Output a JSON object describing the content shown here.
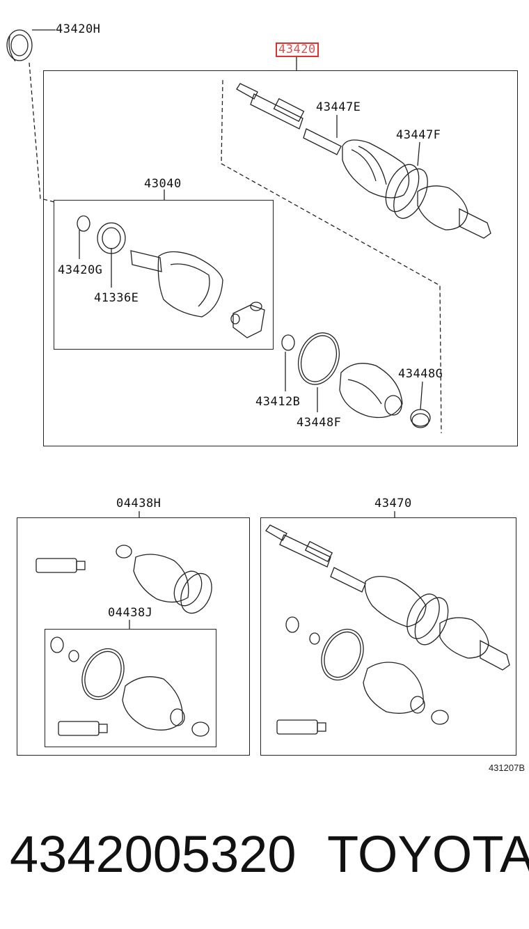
{
  "labels": {
    "l43420H": "43420H",
    "l43420": "43420",
    "l43447E": "43447E",
    "l43447F": "43447F",
    "l43040": "43040",
    "l43420G": "43420G",
    "l41336E": "41336E",
    "l43448G": "43448G",
    "l43412B": "43412B",
    "l43448F": "43448F",
    "l04438H": "04438H",
    "l04438J": "04438J",
    "l43470": "43470"
  },
  "diagram_code": "431207B",
  "footer": {
    "part_number": "4342005320",
    "brand": "TOYOTA"
  },
  "highlight_color": "#e03030"
}
